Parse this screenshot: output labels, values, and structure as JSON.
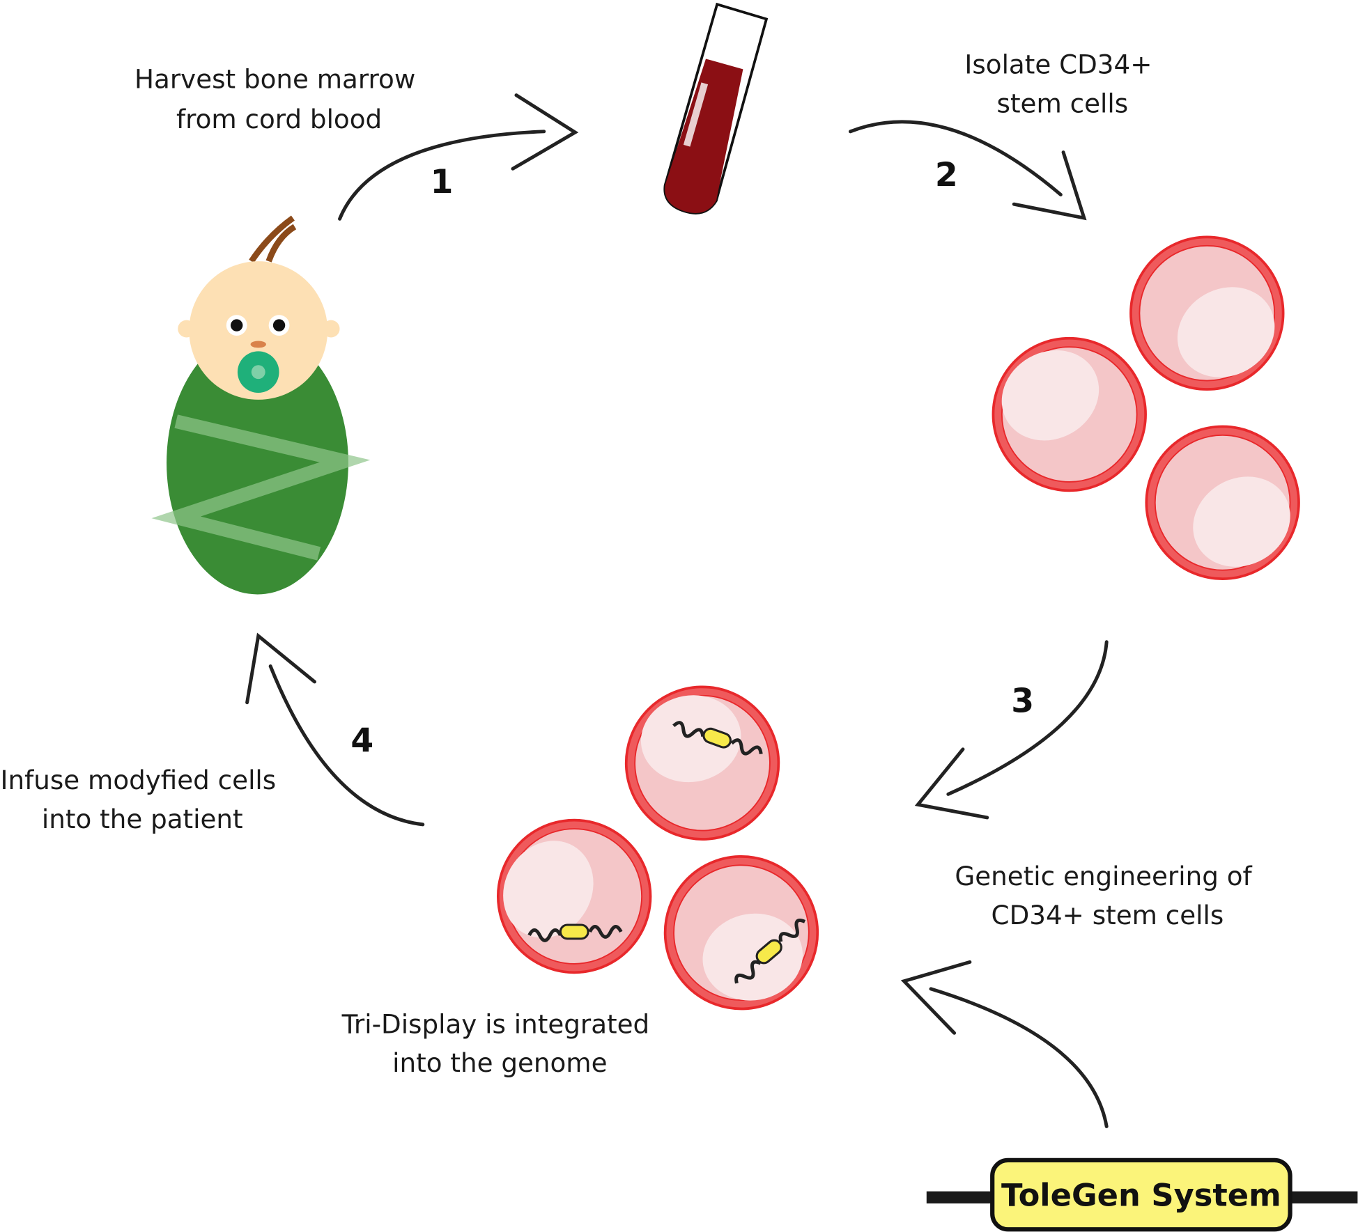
{
  "steps": [
    {
      "number": "1",
      "label_line1": "Harvest bone marrow",
      "label_line2": "from cord blood"
    },
    {
      "number": "2",
      "label_line1": "Isolate CD34+",
      "label_line2": "stem cells"
    },
    {
      "number": "3",
      "label_line1": "Genetic engineering of",
      "label_line2": "CD34+ stem cells"
    },
    {
      "number": "4",
      "label_line1": "Infuse modyfied cells",
      "label_line2": "into the patient"
    }
  ],
  "integration": {
    "label_line1": "Tri-Display is integrated",
    "label_line2": "into the genome"
  },
  "system": {
    "label": "ToleGen System"
  },
  "colors": {
    "cell_border": "#e8282b",
    "cell_fill": "#f4c6c8",
    "blood": "#8b0f14",
    "baby_wrap": "#3a8c35",
    "system_box": "#fbf47a"
  }
}
